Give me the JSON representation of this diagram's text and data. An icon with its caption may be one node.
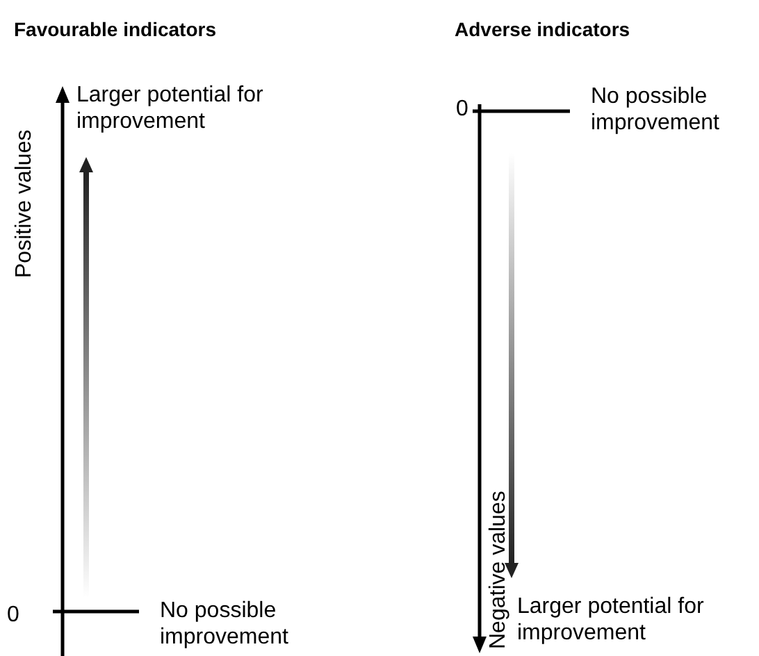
{
  "diagram": {
    "labels": [
      "Favourable indicators",
      "Larger potential for improvement",
      "Positive values",
      "0",
      "No possible improvement",
      "Adverse indicators",
      "0",
      "No possible improvement",
      "Negative values",
      "Larger potential for improvement"
    ]
  }
}
